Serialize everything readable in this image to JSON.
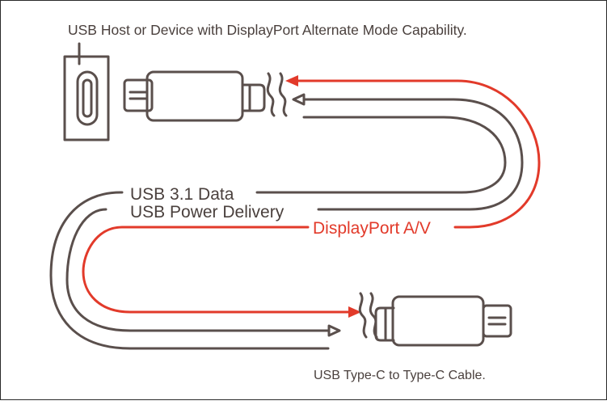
{
  "top_caption": "USB Host or Device with DisplayPort Alternate Mode Capability.",
  "bottom_caption": "USB Type-C to Type-C Cable.",
  "labels": {
    "usb_data": "USB 3.1 Data",
    "usb_power": "USB Power Delivery",
    "displayport": "DisplayPort A/V"
  },
  "colors": {
    "line": "#5a4f4c",
    "accent": "#e23a2a",
    "background": "#ffffff"
  },
  "icons": {
    "port": "usb-c-port-icon",
    "plug": "usb-c-plug-icon"
  }
}
